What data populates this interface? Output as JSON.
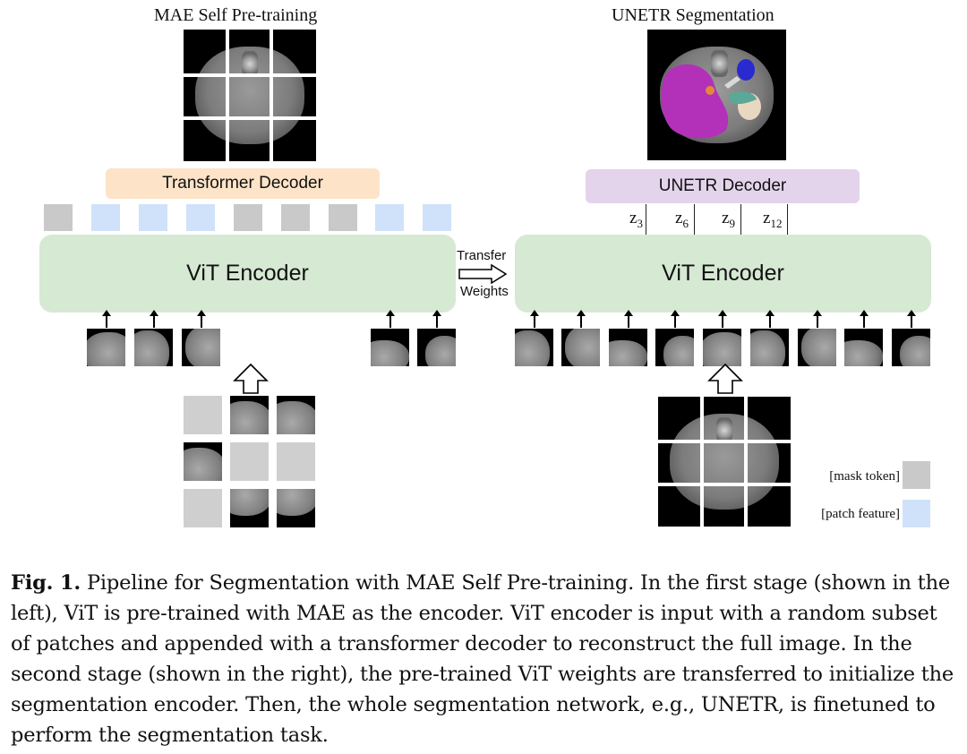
{
  "left_title": "MAE Self Pre-training",
  "right_title": "UNETR Segmentation",
  "transformer_decoder_label": "Transformer Decoder",
  "unetr_decoder_label": "UNETR Decoder",
  "left_encoder_label": "ViT Encoder",
  "right_encoder_label": "ViT Encoder",
  "transfer_label_1": "Transfer",
  "transfer_label_2": "Weights",
  "tokens": [
    "mask",
    "feature",
    "feature",
    "feature",
    "mask",
    "mask",
    "mask",
    "feature",
    "feature"
  ],
  "skip_connections": [
    {
      "base": "z",
      "sub": "3"
    },
    {
      "base": "z",
      "sub": "6"
    },
    {
      "base": "z",
      "sub": "9"
    },
    {
      "base": "z",
      "sub": "12"
    }
  ],
  "legend": {
    "mask_token": "[mask token]",
    "patch_feature": "[patch feature]"
  },
  "colors": {
    "mask_token": "#c9c9c9",
    "patch_feature": "#cfe2fa",
    "transformer_decoder": "#fde3c8",
    "unetr_decoder": "#e3d4ec",
    "encoder": "#d6e9d3",
    "seg_magenta": "#b331b8",
    "seg_blue": "#2a2ad0",
    "seg_teal": "#5aa898",
    "seg_beige": "#e8d8c2",
    "seg_orange": "#e08a3a"
  },
  "caption": {
    "label": "Fig. 1.",
    "text": " Pipeline for Segmentation with MAE Self Pre-training. In the first stage (shown in the left), ViT is pre-trained with MAE as the encoder. ViT encoder is input with a random subset of patches and appended with a transformer decoder to reconstruct the full image. In the second stage (shown in the right), the pre-trained ViT weights are transferred to initialize the segmentation encoder. Then, the whole segmentation network, e.g., UNETR, is finetuned to perform the segmentation task."
  }
}
